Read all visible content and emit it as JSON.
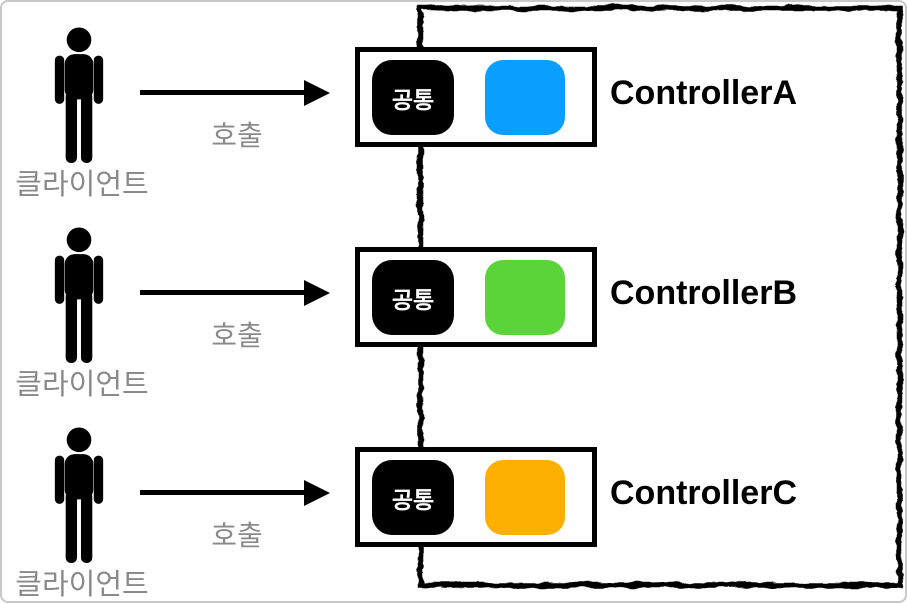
{
  "canvas": {
    "background": "#ffffff",
    "frame_color": "#c9c9c9"
  },
  "boundary": {
    "stroke_color": "#000000",
    "style": "hand-drawn"
  },
  "colors": {
    "muted_label_text": "#8a8a8a",
    "common_badge_bg": "#000000",
    "common_badge_text": "#ffffff"
  },
  "icons": {
    "client": "person-icon",
    "call": "arrow-right-icon"
  },
  "rows": [
    {
      "client_label": "클라이언트",
      "call_label": "호출",
      "common_badge": "공통",
      "controller_name": "ControllerA",
      "accent_color": "#0A9FFF"
    },
    {
      "client_label": "클라이언트",
      "call_label": "호출",
      "common_badge": "공통",
      "controller_name": "ControllerB",
      "accent_color": "#5BD43A"
    },
    {
      "client_label": "클라이언트",
      "call_label": "호출",
      "common_badge": "공통",
      "controller_name": "ControllerC",
      "accent_color": "#FDB002"
    }
  ]
}
